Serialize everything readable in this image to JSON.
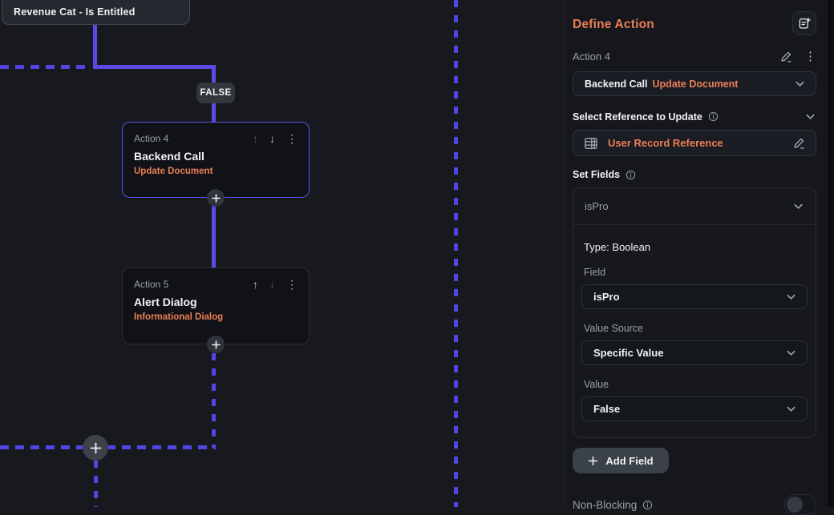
{
  "colors": {
    "accent_orange": "#ec7e55",
    "connector_solid_purple": "#5a4ae4",
    "connector_dashed_purple": "#4f46e5",
    "selected_node_border": "#5b4fe8"
  },
  "canvas": {
    "revenue_node_title": "Revenue Cat - Is Entitled",
    "branch_label": "FALSE",
    "nodes": [
      {
        "label": "Action 4",
        "title": "Backend Call",
        "subtitle": "Update Document"
      },
      {
        "label": "Action 5",
        "title": "Alert Dialog",
        "subtitle": "Informational Dialog"
      }
    ]
  },
  "panel": {
    "title": "Define Action",
    "action_label": "Action 4",
    "action_type_category": "Backend Call",
    "action_type_value": "Update Document",
    "reference_label": "Select Reference to Update",
    "reference_value": "User Record Reference",
    "set_fields_label": "Set Fields",
    "field_group": {
      "header": "isPro",
      "type_text": "Type: Boolean",
      "field_label": "Field",
      "field_value": "isPro",
      "value_source_label": "Value Source",
      "value_source_value": "Specific Value",
      "value_label": "Value",
      "value_value": "False"
    },
    "add_field_label": "Add Field",
    "non_blocking_label": "Non-Blocking",
    "non_blocking_enabled": false
  }
}
